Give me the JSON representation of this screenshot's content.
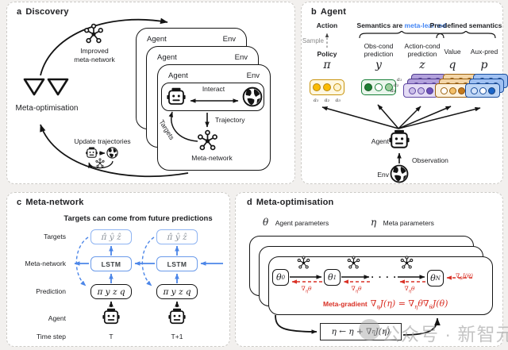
{
  "panels": {
    "a": {
      "letter": "a",
      "title": "Discovery"
    },
    "b": {
      "letter": "b",
      "title": "Agent"
    },
    "c": {
      "letter": "c",
      "title": "Meta-network"
    },
    "d": {
      "letter": "d",
      "title": "Meta-optimisation"
    }
  },
  "discovery": {
    "improved_line1": "Improved",
    "improved_line2": "meta-network",
    "meta_optimisation": "Meta-optimisation",
    "update_trajectories": "Update trajectories",
    "card_agent": "Agent",
    "card_env": "Env",
    "interact": "Interact",
    "trajectory": "Trajectory",
    "targets": "Targets",
    "meta_network": "Meta-network"
  },
  "agent": {
    "action": "Action",
    "sample": "Sample",
    "policy": "Policy",
    "semantics_prefix": "Semantics are ",
    "semantics_highlight": "meta-learned",
    "predefined": "Pre-defined semantics",
    "obs_cond_l1": "Obs-cond",
    "obs_cond_l2": "prediction",
    "act_cond_l1": "Action-cond",
    "act_cond_l2": "prediction",
    "value": "Value",
    "aux_pred": "Aux-pred",
    "symbols": {
      "pi": "π",
      "y": "y",
      "z": "z",
      "q": "q",
      "p": "p"
    },
    "action_labels": [
      "a₁",
      "a₂",
      "a₃"
    ],
    "agent_label": "Agent",
    "observation": "Observation",
    "env": "Env"
  },
  "meta_network": {
    "subtitle": "Targets can come from future predictions",
    "rows": [
      "Targets",
      "Meta-network",
      "Prediction",
      "Agent",
      "Time step"
    ],
    "targets_text": "π̂ ŷ ẑ",
    "lstm": "LSTM",
    "prediction_text": "π y z q",
    "t1": "T",
    "t2": "T+1"
  },
  "meta_optimisation": {
    "theta": "θ",
    "agent_params": "Agent parameters",
    "eta": "η",
    "meta_params": "Meta parameters",
    "theta0_base": "θ",
    "theta0_sub": "0",
    "theta1_base": "θ",
    "theta1_sub": "1",
    "thetaN_base": "θ",
    "thetaN_sub": "N",
    "dots": "· · · ·",
    "grad_eta_theta": {
      "p0": "∇",
      "p1": "η",
      "p2": "θ"
    },
    "grad_theta_J": {
      "p0": "∇",
      "p1": "θ",
      "p2": "J(θ)"
    },
    "meta_gradient_label": "Meta-gradient",
    "formula": {
      "p0": "∇",
      "p1": "η",
      "p2": "J(η) = ∇",
      "p3": "η",
      "p4": "θ∇",
      "p5": "θ",
      "p6": "J(θ)"
    },
    "update": {
      "p0": "η ← η + ∇",
      "p1": "η",
      "p2": "J(η)"
    }
  },
  "watermark": "公众号 · 新智元",
  "colors": {
    "accent_blue": "#4285F4",
    "diagram_blue": "#4C86E8",
    "gradient_red": "#D93025",
    "policy_yellow": "#FBBC04",
    "obs_green": "#188038",
    "action_purple": "#6B4FBB",
    "value_orange": "#C57A1D",
    "aux_blue": "#1A66C9",
    "watermark_gray": "#A5A5A5"
  }
}
